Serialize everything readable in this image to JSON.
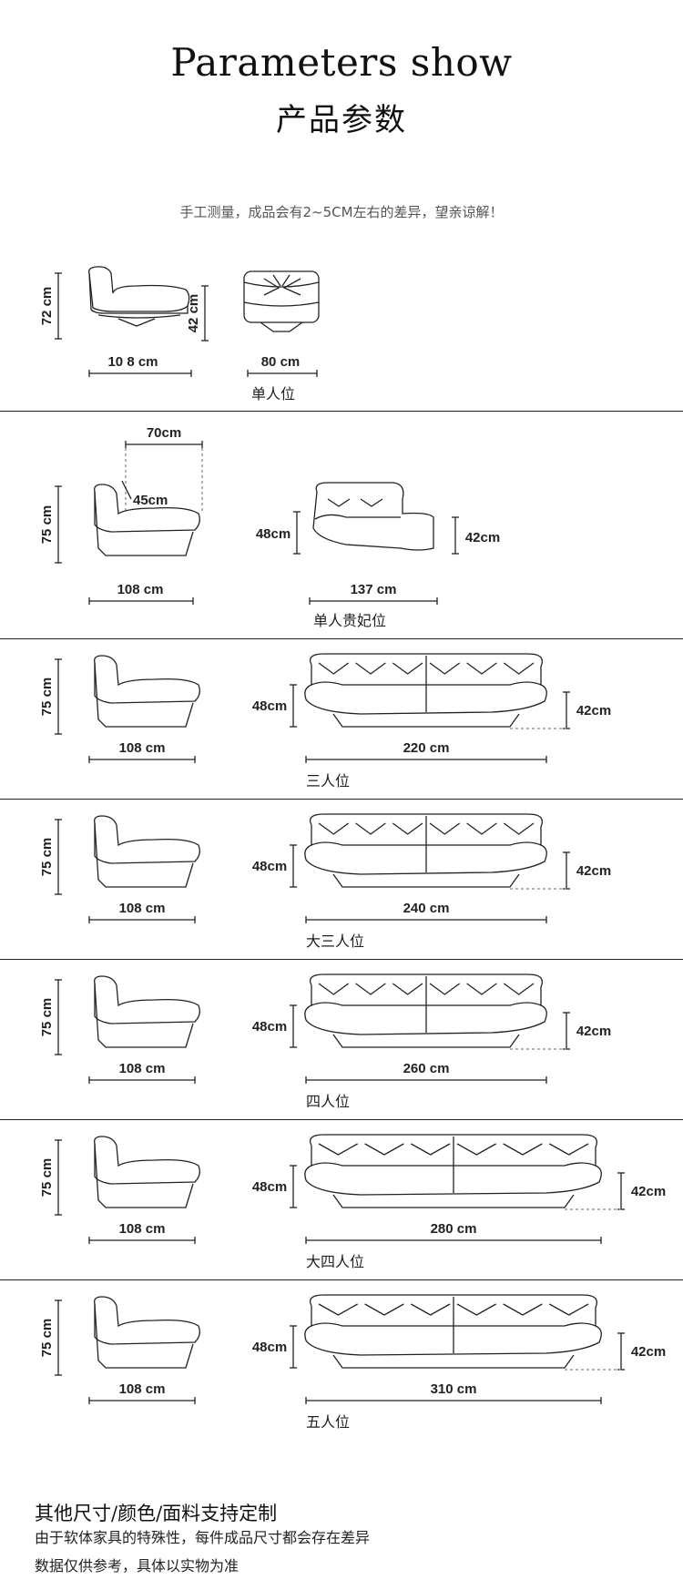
{
  "header": {
    "title_en": "Parameters show",
    "title_cn": "产品参数",
    "note": "手工测量，成品会有2~5CM左右的差异，望亲谅解！"
  },
  "single": {
    "height": "72 cm",
    "seat_height": "42 cm",
    "depth": "10 8 cm",
    "width": "80 cm",
    "label": "单人位"
  },
  "chaise": {
    "top_width": "70cm",
    "seat_depth": "45cm",
    "height": "75 cm",
    "depth": "108 cm",
    "front_height": "48cm",
    "seat_height": "42cm",
    "width": "137 cm",
    "label": "单人贵妃位"
  },
  "sofas": [
    {
      "height": "75 cm",
      "depth": "108 cm",
      "front_height": "48cm",
      "seat_height": "42cm",
      "width": "220 cm",
      "label": "三人位"
    },
    {
      "height": "75 cm",
      "depth": "108 cm",
      "front_height": "48cm",
      "seat_height": "42cm",
      "width": "240 cm",
      "label": "大三人位"
    },
    {
      "height": "75 cm",
      "depth": "108 cm",
      "front_height": "48cm",
      "seat_height": "42cm",
      "width": "260 cm",
      "label": "四人位"
    },
    {
      "height": "75 cm",
      "depth": "108 cm",
      "front_height": "48cm",
      "seat_height": "42cm",
      "width": "280 cm",
      "label": "大四人位"
    },
    {
      "height": "75 cm",
      "depth": "108 cm",
      "front_height": "48cm",
      "seat_height": "42cm",
      "width": "310 cm",
      "label": "五人位"
    }
  ],
  "footer": {
    "line1": "其他尺寸/颜色/面料支持定制",
    "line2": "由于软体家具的特殊性，每件成品尺寸都会存在差异",
    "line3": "数据仅供参考，具体以实物为准"
  }
}
